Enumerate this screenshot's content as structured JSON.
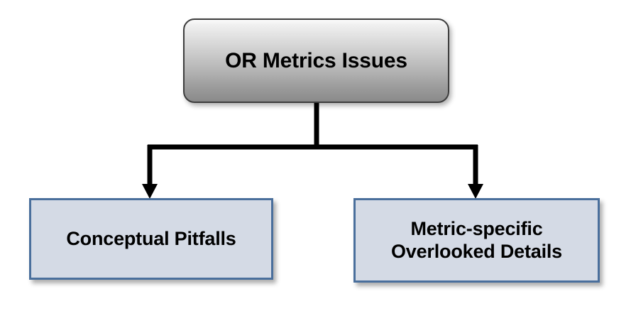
{
  "diagram": {
    "type": "flowchart",
    "orientation": "top-down",
    "background_color": "#ffffff",
    "root": {
      "id": "or-metrics-issues",
      "label": "OR Metrics Issues",
      "shape": "rounded-rectangle",
      "fill": "gradient-gray",
      "fill_top_color": "#fbfbfb",
      "fill_bottom_color": "#8a8a8a",
      "border_color": "#3d3d3d",
      "text_color": "#000000"
    },
    "children": [
      {
        "id": "conceptual-pitfalls",
        "label": "Conceptual Pitfalls",
        "shape": "rectangle",
        "fill": "#d4dae5",
        "border_color": "#4a6f9c",
        "text_color": "#000000"
      },
      {
        "id": "metric-specific-overlooked-details",
        "label": "Metric-specific\nOverlooked Details",
        "shape": "rectangle",
        "fill": "#d4dae5",
        "border_color": "#4a6f9c",
        "text_color": "#000000"
      }
    ],
    "connectors": {
      "style": "elbow",
      "color": "#000000",
      "arrowhead": "filled-triangle",
      "count": 2
    }
  }
}
